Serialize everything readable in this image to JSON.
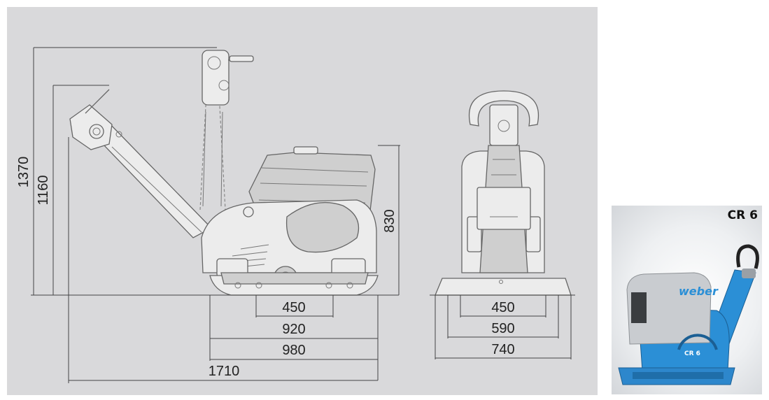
{
  "drawing": {
    "side_view": {
      "dim_total_height": "1370",
      "dim_handle_height": "1160",
      "dim_body_height": "830",
      "dim_plate_inner": "450",
      "dim_plate_width": "920",
      "dim_base_length": "980",
      "dim_total_length": "1710"
    },
    "front_view": {
      "dim_inner": "450",
      "dim_mid": "590",
      "dim_outer": "740"
    }
  },
  "photo": {
    "model_label": "CR 6",
    "brand_text": "weber",
    "plate_text": "CR 6",
    "colors": {
      "body": "#2b8fd6",
      "plate": "#2d87cc",
      "housing": "#c9ccd0"
    }
  }
}
